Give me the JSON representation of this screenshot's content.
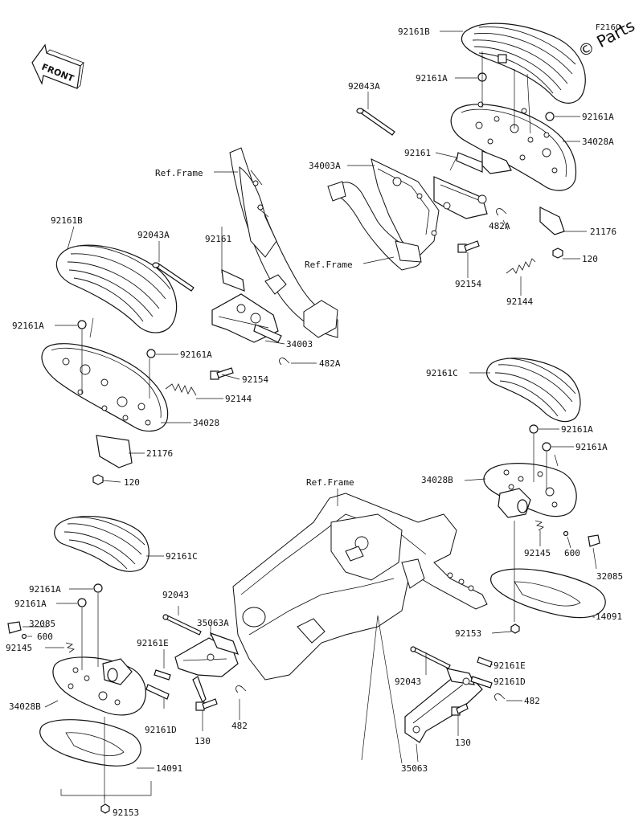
{
  "figure_code": "F2160",
  "watermark": "© Parts",
  "front_arrow": {
    "label": "FRONT",
    "icon": "front-arrow-icon"
  },
  "frame_labels": [
    "Ref.Frame",
    "Ref.Frame",
    "Ref.Frame"
  ],
  "callouts": [
    {
      "id": "c01",
      "text": "92161B"
    },
    {
      "id": "c02",
      "text": "92161A"
    },
    {
      "id": "c03",
      "text": "92043A"
    },
    {
      "id": "c04",
      "text": "92161A"
    },
    {
      "id": "c05",
      "text": "34028A"
    },
    {
      "id": "c06",
      "text": "92161"
    },
    {
      "id": "c07",
      "text": "34003A"
    },
    {
      "id": "c08",
      "text": "482A"
    },
    {
      "id": "c09",
      "text": "21176"
    },
    {
      "id": "c10",
      "text": "120"
    },
    {
      "id": "c11",
      "text": "92154"
    },
    {
      "id": "c12",
      "text": "92144"
    },
    {
      "id": "c13",
      "text": "92161B"
    },
    {
      "id": "c14",
      "text": "92043A"
    },
    {
      "id": "c15",
      "text": "92161"
    },
    {
      "id": "c16",
      "text": "92161A"
    },
    {
      "id": "c17",
      "text": "92161A"
    },
    {
      "id": "c18",
      "text": "34003"
    },
    {
      "id": "c19",
      "text": "482A"
    },
    {
      "id": "c20",
      "text": "92154"
    },
    {
      "id": "c21",
      "text": "92144"
    },
    {
      "id": "c22",
      "text": "34028"
    },
    {
      "id": "c23",
      "text": "21176"
    },
    {
      "id": "c24",
      "text": "120"
    },
    {
      "id": "c25",
      "text": "92161C"
    },
    {
      "id": "c26",
      "text": "92161A"
    },
    {
      "id": "c27",
      "text": "92161A"
    },
    {
      "id": "c28",
      "text": "34028B"
    },
    {
      "id": "c29",
      "text": "92145"
    },
    {
      "id": "c30",
      "text": "600"
    },
    {
      "id": "c31",
      "text": "32085"
    },
    {
      "id": "c32",
      "text": "14091"
    },
    {
      "id": "c33",
      "text": "92153"
    },
    {
      "id": "c34",
      "text": "92161C"
    },
    {
      "id": "c35",
      "text": "92161A"
    },
    {
      "id": "c36",
      "text": "92161A"
    },
    {
      "id": "c37",
      "text": "32085"
    },
    {
      "id": "c38",
      "text": "600"
    },
    {
      "id": "c39",
      "text": "92145"
    },
    {
      "id": "c40",
      "text": "92043"
    },
    {
      "id": "c41",
      "text": "35063A"
    },
    {
      "id": "c42",
      "text": "92161E"
    },
    {
      "id": "c43",
      "text": "34028B"
    },
    {
      "id": "c44",
      "text": "92161D"
    },
    {
      "id": "c45",
      "text": "130"
    },
    {
      "id": "c46",
      "text": "482"
    },
    {
      "id": "c47",
      "text": "14091"
    },
    {
      "id": "c48",
      "text": "92153"
    },
    {
      "id": "c49",
      "text": "92043"
    },
    {
      "id": "c50",
      "text": "92161E"
    },
    {
      "id": "c51",
      "text": "92161D"
    },
    {
      "id": "c52",
      "text": "482"
    },
    {
      "id": "c53",
      "text": "130"
    },
    {
      "id": "c54",
      "text": "35063"
    }
  ]
}
